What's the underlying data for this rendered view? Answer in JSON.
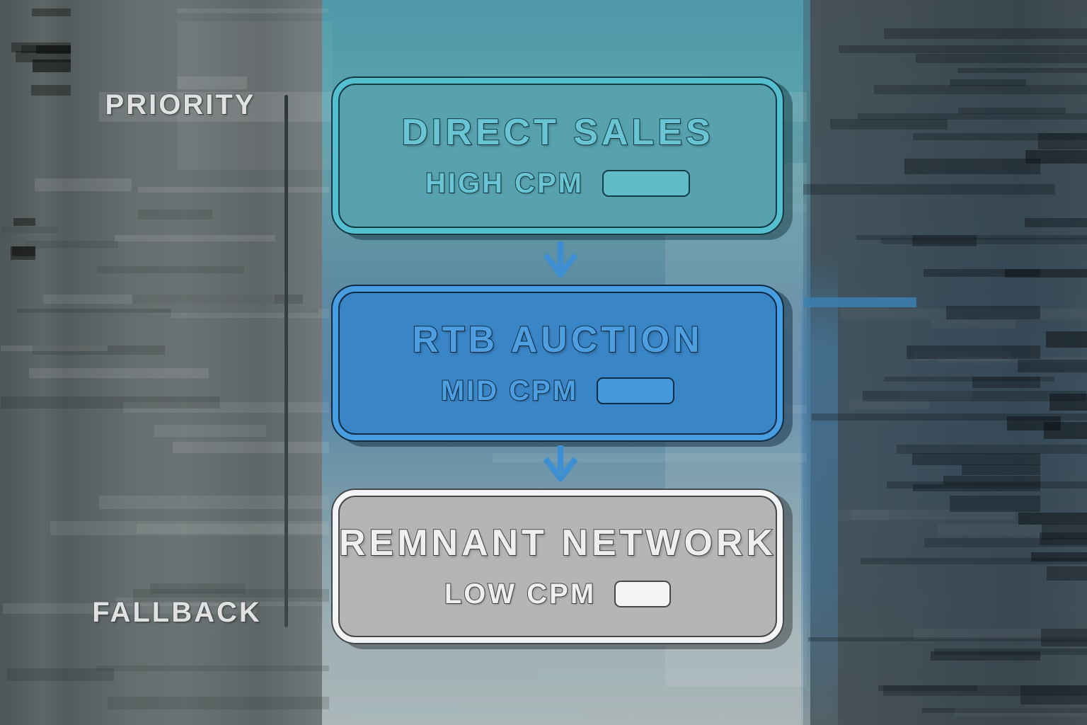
{
  "axis": {
    "top_label": "PRIORITY",
    "bottom_label": "FALLBACK"
  },
  "nodes": [
    {
      "id": "direct-sales",
      "title": "DIRECT SALES",
      "subtitle": "HIGH CPM",
      "colors": {
        "fill": "#57a2ae",
        "ring": "#55becf",
        "outline": "#153b44",
        "text": "#69c5d3",
        "badge": "#61bcca",
        "shadow": "rgba(10,45,54,0.45)"
      }
    },
    {
      "id": "rtb-auction",
      "title": "RTB AUCTION",
      "subtitle": "MID CPM",
      "colors": {
        "fill": "#3a85c6",
        "ring": "#479de0",
        "outline": "#0f2c44",
        "text": "#4d9fe2",
        "badge": "#459ade",
        "shadow": "rgba(8,30,50,0.45)"
      }
    },
    {
      "id": "remnant-network",
      "title": "REMNANT NETWORK",
      "subtitle": "LOW CPM",
      "colors": {
        "fill": "#b3b5b7",
        "ring": "#f3f4f5",
        "outline": "#46494c",
        "text": "#edeff0",
        "badge": "#f3f4f6",
        "shadow": "rgba(40,44,46,0.45)"
      }
    }
  ],
  "arrows": [
    {
      "id": "direct-to-rtb",
      "color": "#3e8fd2"
    },
    {
      "id": "rtb-to-remnant",
      "color": "#3e8fd2"
    }
  ]
}
